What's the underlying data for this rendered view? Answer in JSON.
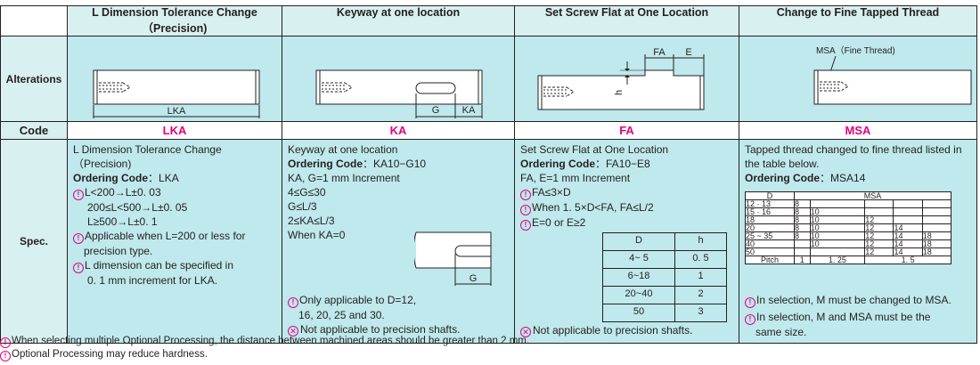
{
  "header": {
    "col1": "L Dimension Tolerance Change（Precision)",
    "col2": "Keyway at one location",
    "col3": "Set Screw Flat at One Location",
    "col4": "Change to Fine Tapped Thread"
  },
  "row_labels": {
    "alterations": "Alterations",
    "code": "Code",
    "spec": "Spec."
  },
  "alterations": {
    "lka": {
      "dim": "LKA"
    },
    "ka": {
      "g": "G",
      "ka": "KA"
    },
    "fa": {
      "fa": "FA",
      "e": "E",
      "h": "h"
    },
    "msa": {
      "label": "MSA（Fine Thread)"
    }
  },
  "codes": {
    "lka": "LKA",
    "ka": "KA",
    "fa": "FA",
    "msa": "MSA"
  },
  "spec": {
    "lka": {
      "l1": "L Dimension Tolerance Change",
      "l2": "（Precision)",
      "oc_label": "Ordering Code",
      "oc_value": "：LKA",
      "r1": "L<200→L±0. 03",
      "r2": "200≤L<500→L±0. 05",
      "r3": "L≥500→L±0. 1",
      "n1a": "Applicable when L=200 or less for",
      "n1b": "precision type.",
      "n2a": "L dimension can be specified in",
      "n2b": "0. 1 mm  increment for LKA."
    },
    "ka": {
      "l1": "Keyway at one location",
      "oc_label": "Ordering Code",
      "oc_value": "：KA10−G10",
      "l2": "KA, G=1 mm Increment",
      "l3": "4≤G≤30",
      "l4": "G≤L/3",
      "l5": "2≤KA≤L/3",
      "l6": "When KA=0",
      "g": "G",
      "n1a": "Only applicable to D=12,",
      "n1b": "16, 20, 25 and 30.",
      "n2": "Not applicable to precision shafts."
    },
    "fa": {
      "l1": "Set Screw Flat at One Location",
      "oc_label": "Ordering Code",
      "oc_value": "：FA10−E8",
      "l2": "FA, E=1 mm Increment",
      "n1": "FA≤3×D",
      "n2": "When 1. 5×D<FA, FA≤L/2",
      "n3": "E=0 or E≥2",
      "table": {
        "head": [
          "D",
          "h"
        ],
        "rows": [
          [
            "4~ 5",
            "0. 5"
          ],
          [
            "6~18",
            "1"
          ],
          [
            "20~40",
            "2"
          ],
          [
            "50",
            "3"
          ]
        ]
      },
      "n4": "Not applicable to precision shafts."
    },
    "msa": {
      "l1": "Tapped thread changed to fine thread listed in",
      "l2": "the table below.",
      "oc_label": "Ordering Code",
      "oc_value": "：MSA14",
      "table": {
        "h_d": "D",
        "h_msa": "MSA",
        "rows": [
          [
            "12 · 13",
            "8",
            "",
            "",
            "",
            ""
          ],
          [
            "15 · 16",
            "8",
            "10",
            "",
            "",
            ""
          ],
          [
            "18",
            "8",
            "10",
            "12",
            "",
            ""
          ],
          [
            "20",
            "8",
            "10",
            "12",
            "14",
            ""
          ],
          [
            "25 ~ 35",
            "8",
            "10",
            "12",
            "14",
            "18"
          ],
          [
            "40",
            "",
            "10",
            "12",
            "14",
            "18"
          ],
          [
            "50",
            "",
            "",
            "12",
            "14",
            "18"
          ]
        ],
        "pitch": [
          "Pitch",
          "1",
          "1. 25",
          "1. 5"
        ]
      },
      "n1": "In selection, M must be changed to MSA.",
      "n2a": "In selection, M and MSA must be the",
      "n2b": "same size."
    }
  },
  "footer": {
    "f1": "When selecting multiple Optional Processing, the distance between machined areas should be greater than 2 mm.",
    "f2": "Optional Processing may reduce hardness."
  },
  "colors": {
    "accent": "#e5007e",
    "header_bg": "#d9f0f0",
    "cell_bg": "#bfe9ec"
  }
}
